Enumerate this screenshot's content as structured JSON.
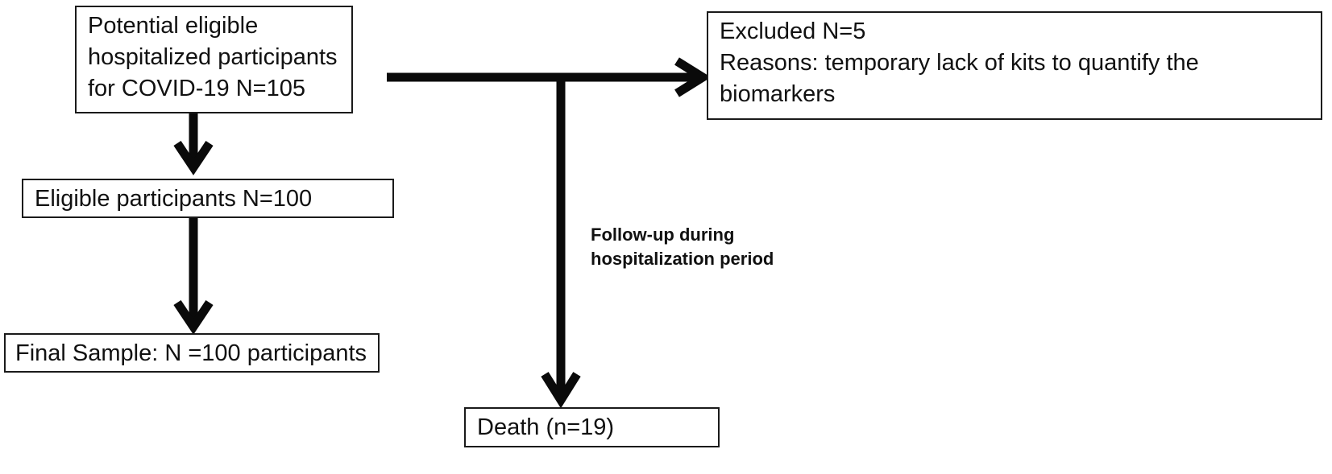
{
  "boxes": {
    "potential": {
      "lines": [
        "Potential eligible",
        "hospitalized participants",
        "for COVID-19 N=105"
      ]
    },
    "eligible": {
      "text": "Eligible participants N=100"
    },
    "final": {
      "text": "Final Sample: N =100 participants"
    },
    "excluded": {
      "lines": [
        "Excluded N=5",
        "Reasons: temporary lack of kits to quantify the",
        "biomarkers"
      ]
    },
    "death": {
      "text": "Death  (n=19)"
    }
  },
  "follow_up_label": {
    "lines": [
      "Follow-up during",
      "hospitalization period"
    ]
  },
  "colors": {
    "arrow": "#0a0a0a",
    "border": "#1a1a1a"
  }
}
